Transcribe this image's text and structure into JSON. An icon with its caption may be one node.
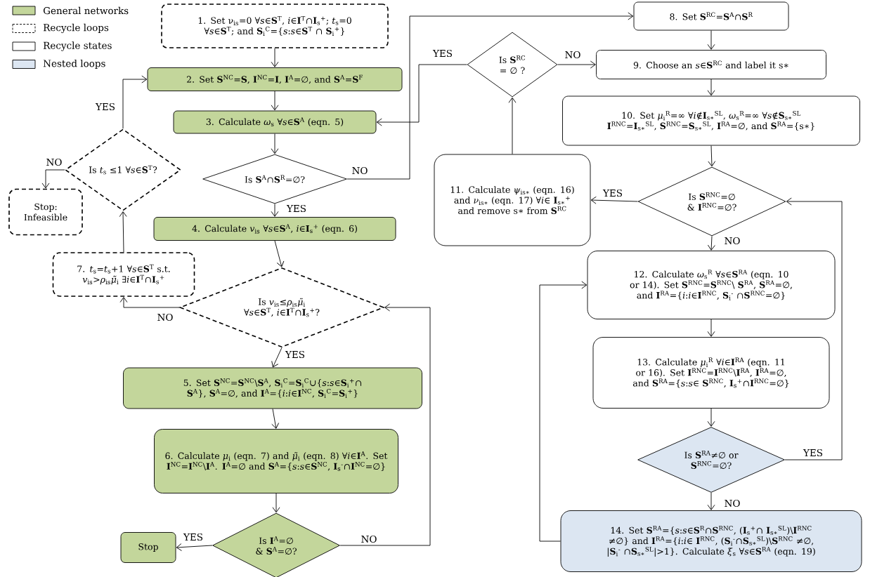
{
  "diagram": {
    "nodes": [
      {
        "text": [
          "1. Set ν$_{is}$=0 ∀*s*∈**S**$^{T}$, *i*∈**I**$^{T}$∩**I**$_{s}$$^{+}$; *t*$_{s}$=0 ∀*s*∈**S**$^{T}$; and **S**$_{i}$$^{C}$={*s*:*s*∈**S**$^{T}$ ∩ **S**$_{i}$$^{+}$}"
        ]
      },
      {
        "text": [
          "2. Set **S**$^{NC}$=**S**, **I**$^{NC}$=**I**, **I**$^{A}$=∅, and **S**$^{A}$=**S**$^{F}$"
        ]
      },
      {
        "text": [
          "3. Calculate *ω*$_{s}$ ∀*s*∈**S**$^{A}$ (eqn. 5)"
        ]
      },
      {
        "text": [
          "Is **S**$^{A}$∩**S**$^{R}$=∅?"
        ]
      },
      {
        "text": [
          "4. Calculate *v*$_{is}$ ∀*s*∈**S**$^{A}$, *i*∈**I**$_{s}$$^{+}$ (eqn. 6)"
        ]
      },
      {
        "text": [
          "Is *v*$_{is}$≤*ρ*$_{is}$*μ̃*$_{i}$ ∀*s*∈**S**$^{T}$, *i*∈**I**$^{T}$∩**I**$_{s}$$^{+}$?"
        ]
      },
      {
        "text": [
          "5. Set **S**$^{NC}$=**S**$^{NC}$\\**S**$^{A}$, **S**$_{i}$$^{C}$=**S**$_{i}$$^{C}$∪{*s*:*s*∈**S**$_{i}$$^{+}$∩ **S**$^{A}$}, **S**$^{A}$=∅, and **I**$^{A}$={*i*:*i*∈**I**$^{NC}$, **S**$_{i}$$^{C}$=**S**$_{i}$$^{+}$}"
        ]
      },
      {
        "text": [
          "6. Calculate *μ*$_{i}$ (eqn. 7) and *μ̃*$_{i}$ (eqn. 8) ∀*i*∈**I**$^{A}$. Set **I**$^{NC}$=**I**$^{NC}$\\**I**$^{A}$. **I**$^{A}$=∅ and **S**$^{A}$={*s*:*s*∈**S**$^{NC}$, **I**$_{s}$$^{-}$∩**I**$^{NC}$=∅}"
        ]
      },
      {
        "text": [
          "Is **I**$^{A}$=∅ & **S**$^{A}$=∅?"
        ]
      },
      {
        "text": [
          "Stop"
        ]
      },
      {
        "text": [
          "Is *t*$_{s}$ ≤1 ∀*s*∈**S**$^{T}$?"
        ]
      },
      {
        "text": [
          "Stop: Infeasible"
        ]
      },
      {
        "text": [
          "7. *t*$_{s}$=*t*$_{s}$+1 ∀*s*∈**S**$^{T}$ s.t. *v*$_{is}$>*ρ*$_{is}$*μ̃*$_{i}$ ∃*i*∈**I**$^{T}$∩**I**$_{s}$$^{+}$"
        ]
      },
      {
        "text": [
          "8. Set **S**$^{RC}$=**S**$^{A}$∩**S**$^{R}$"
        ]
      },
      {
        "text": [
          "Is **S**$^{RC}$ = ∅ ?"
        ]
      },
      {
        "text": [
          "9. Choose an *s*∈**S**$^{RC}$ and label it s∗"
        ]
      },
      {
        "text": [
          "10. Set *μ*$_{i}$$^{R}$=∞ ∀*i*∉**I**$_{s∗}$$^{SL}$, *ω*$_{s}$$^{R}$=∞ ∀*s*∉**S**$_{s∗}$$^{SL}$ **I**$^{RNC}$=**I**$_{s∗}$$^{SL}$, **S**$^{RNC}$=**S**$_{s∗}$$^{SL}$, **I**$^{RA}$=∅, and **S**$^{RA}$={s∗}"
        ]
      },
      {
        "text": [
          "11. Calculate *ψ*$_{is∗}$ (eqn. 16) and *ν*$_{is∗}$ (eqn. 17) ∀*i*∈ **I**$_{s∗}$$^{+}$ and remove s∗ from **S**$^{RC}$"
        ]
      },
      {
        "text": [
          "Is **S**$^{RNC}$=∅ & **I**$^{RNC}$=∅?"
        ]
      },
      {
        "text": [
          "12. Calculate *ω*$_{s}$$^{R}$ ∀*s*∈**S**$^{RA}$ (eqn. 10 or 14). Set **S**$^{RNC}$=**S**$^{RNC}$\\ **S**$^{RA}$, **S**$^{RA}$=∅, and **I**$^{RA}$={*i*:*i*∈**I**$^{RNC}$, **S**$_{i}$$^{-}$ ∩**S**$^{RNC}$=∅}"
        ]
      },
      {
        "text": [
          "13. Calculate *μ*$_{i}$$^{R}$ ∀*i*∈**I**$^{RA}$ (eqn. 11 or 16). Set **I**$^{RNC}$=**I**$^{RNC}$\\**I**$^{RA}$, **I**$^{RA}$=∅, and **S**$^{RA}$={*s*:*s*∈ **S**$^{RNC}$, **I**$_{s}$$^{+}$∩**I**$^{RNC}$=∅}"
        ]
      },
      {
        "text": [
          "Is **S**$^{RA}$≠∅ or **S**$^{RNC}$=∅?"
        ]
      },
      {
        "text": [
          "14. Set **S**$^{RA}$={*s*:*s*∈**S**$^{R}$∩**S**$^{RNC}$, (**I**$_{s}$$^{+}$∩ **I**$_{s∗}$$^{SL}$)\\**I**$^{RNC}$ ≠∅} and **I**$^{RA}$={*i*:*i*∈ **I**$^{RNC}$, (**S**$_{i}$$^{-}$∩**S**$_{s∗}$$^{SL}$)\\**S**$^{RNC}$ ≠∅, |**S**$_{i}$$^{-}$ ∩**S**$_{s∗}$$^{SL}$|>1}. Calculate *ξ*$_{s}$ ∀*s*∈**S**$^{RA}$ (eqn. 19)"
        ]
      }
    ],
    "edges": [
      {
        "from": 0,
        "to": 1,
        "arrow": "to"
      },
      {
        "from": 1,
        "to": 2,
        "arrow": "to"
      },
      {
        "from": 2,
        "to": 3,
        "arrow": "to"
      },
      {
        "from": 3,
        "to": 4,
        "arrow": "to",
        "label": "YES"
      },
      {
        "from": 3,
        "to": 13,
        "arrow": "to",
        "label": "NO"
      },
      {
        "from": 4,
        "to": 5,
        "arrow": "to"
      },
      {
        "from": 5,
        "to": 6,
        "arrow": "to",
        "label": "YES"
      },
      {
        "from": 5,
        "to": 12,
        "arrow": "to",
        "label": "NO"
      },
      {
        "from": 12,
        "to": 10,
        "arrow": "to"
      },
      {
        "from": 10,
        "to": 1,
        "arrow": "to",
        "label": "YES"
      },
      {
        "from": 10,
        "to": 11,
        "arrow": "to",
        "label": "NO"
      },
      {
        "from": 6,
        "to": 7,
        "arrow": "to"
      },
      {
        "from": 7,
        "to": 8,
        "arrow": "to"
      },
      {
        "from": 8,
        "to": 9,
        "arrow": "to",
        "label": "YES"
      },
      {
        "from": 8,
        "to": 5,
        "arrow": "to",
        "label": "NO"
      },
      {
        "from": 13,
        "to": 15,
        "arrow": "to"
      },
      {
        "from": 15,
        "to": 16,
        "arrow": "to"
      },
      {
        "from": 16,
        "to": 18,
        "arrow": "to"
      },
      {
        "from": 18,
        "to": 17,
        "arrow": "to",
        "label": "YES"
      },
      {
        "from": 18,
        "to": 19,
        "arrow": "to",
        "label": "NO"
      },
      {
        "from": 17,
        "to": 14,
        "arrow": "to"
      },
      {
        "from": 14,
        "to": 15,
        "arrow": "to",
        "label": "NO"
      },
      {
        "from": 14,
        "to": 2,
        "arrow": "to",
        "label": "YES"
      },
      {
        "from": 19,
        "to": 20,
        "arrow": "to"
      },
      {
        "from": 20,
        "to": 21,
        "arrow": "to"
      },
      {
        "from": 21,
        "to": 18,
        "arrow": "to",
        "label": "YES"
      },
      {
        "from": 21,
        "to": 22,
        "arrow": "to",
        "label": "NO"
      },
      {
        "from": 22,
        "to": 19,
        "arrow": "to"
      }
    ],
    "legend": [
      {
        "text": "General networks",
        "color": "#c3d69b"
      },
      {
        "text": "Recycle loops"
      },
      {
        "text": "Recycle states"
      },
      {
        "text": "Nested loops",
        "color": "#dce6f2"
      }
    ]
  }
}
